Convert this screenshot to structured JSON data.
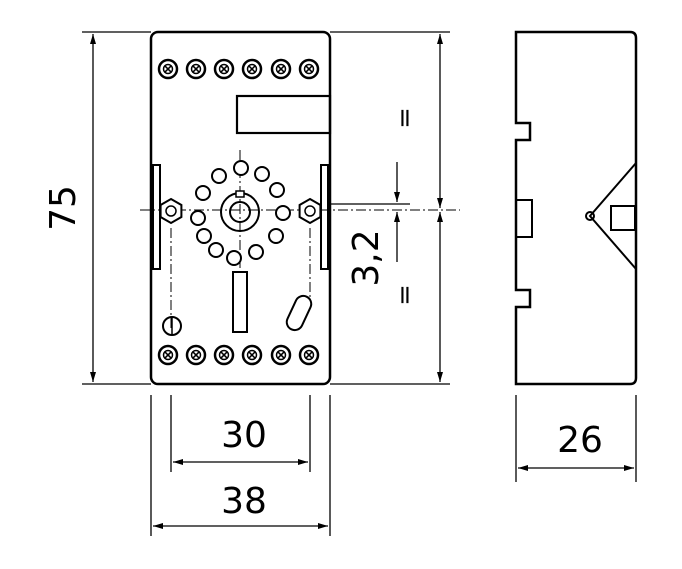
{
  "dimensions": {
    "height": "75",
    "inner_width": "30",
    "outer_width": "38",
    "depth": "26",
    "offset": "3,2",
    "equal_upper": "=",
    "equal_lower": "="
  },
  "colors": {
    "line": "#000000",
    "background": "#ffffff"
  }
}
